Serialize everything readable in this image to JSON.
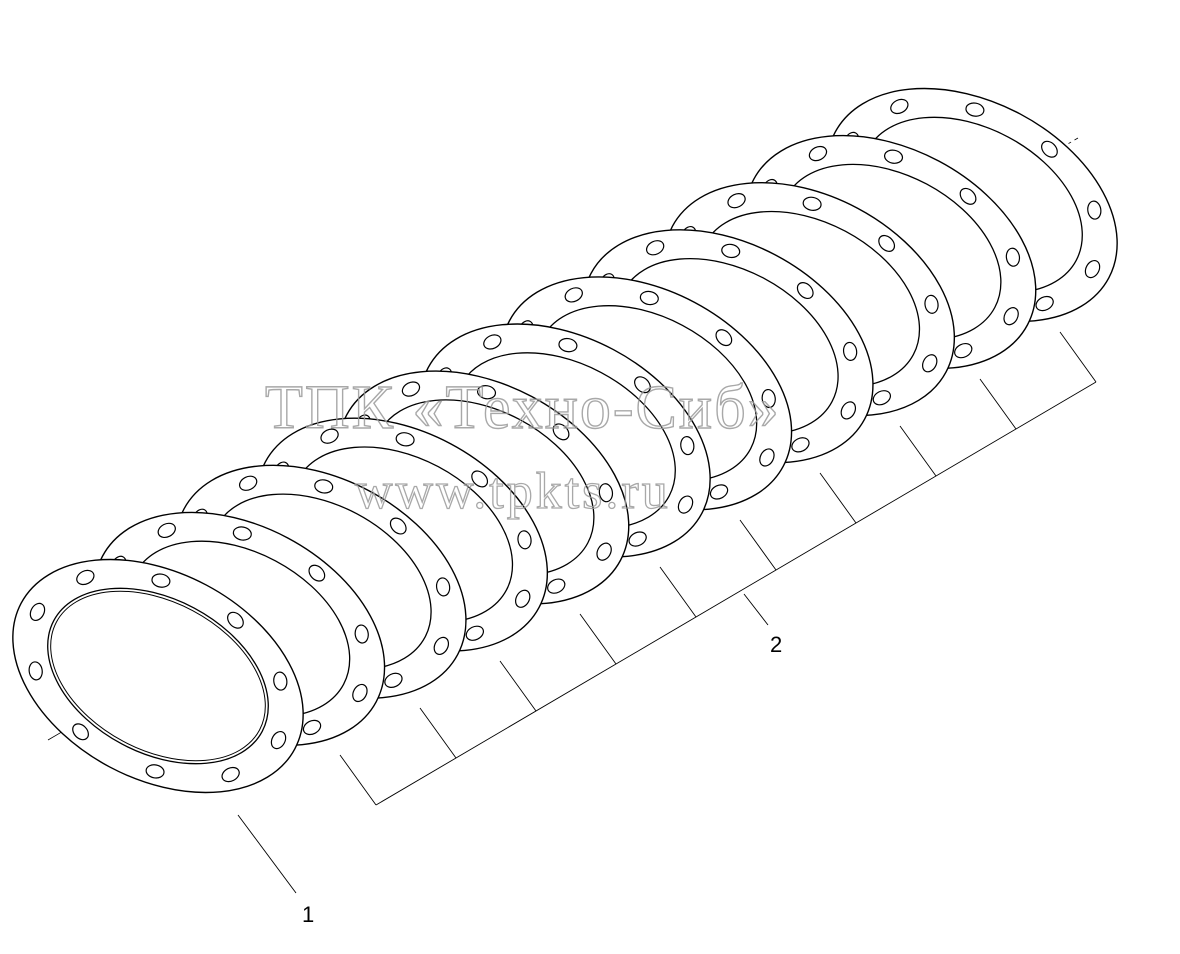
{
  "diagram": {
    "callouts": [
      {
        "id": "1",
        "label": "1"
      },
      {
        "id": "2",
        "label": "2"
      }
    ],
    "parts": [
      {
        "callout": "1",
        "shape": "gasket-ring",
        "count": 1,
        "bolt_holes": 10
      },
      {
        "callout": "2",
        "shape": "gasket-ring",
        "count": 10,
        "bolt_holes": 10
      }
    ]
  },
  "watermark": {
    "line1": "ТПК «Техно-Сиб»",
    "line2": "www.tpkts.ru"
  },
  "colors": {
    "line": "#000000",
    "watermark": "#9a9a9a",
    "background": "#ffffff"
  }
}
